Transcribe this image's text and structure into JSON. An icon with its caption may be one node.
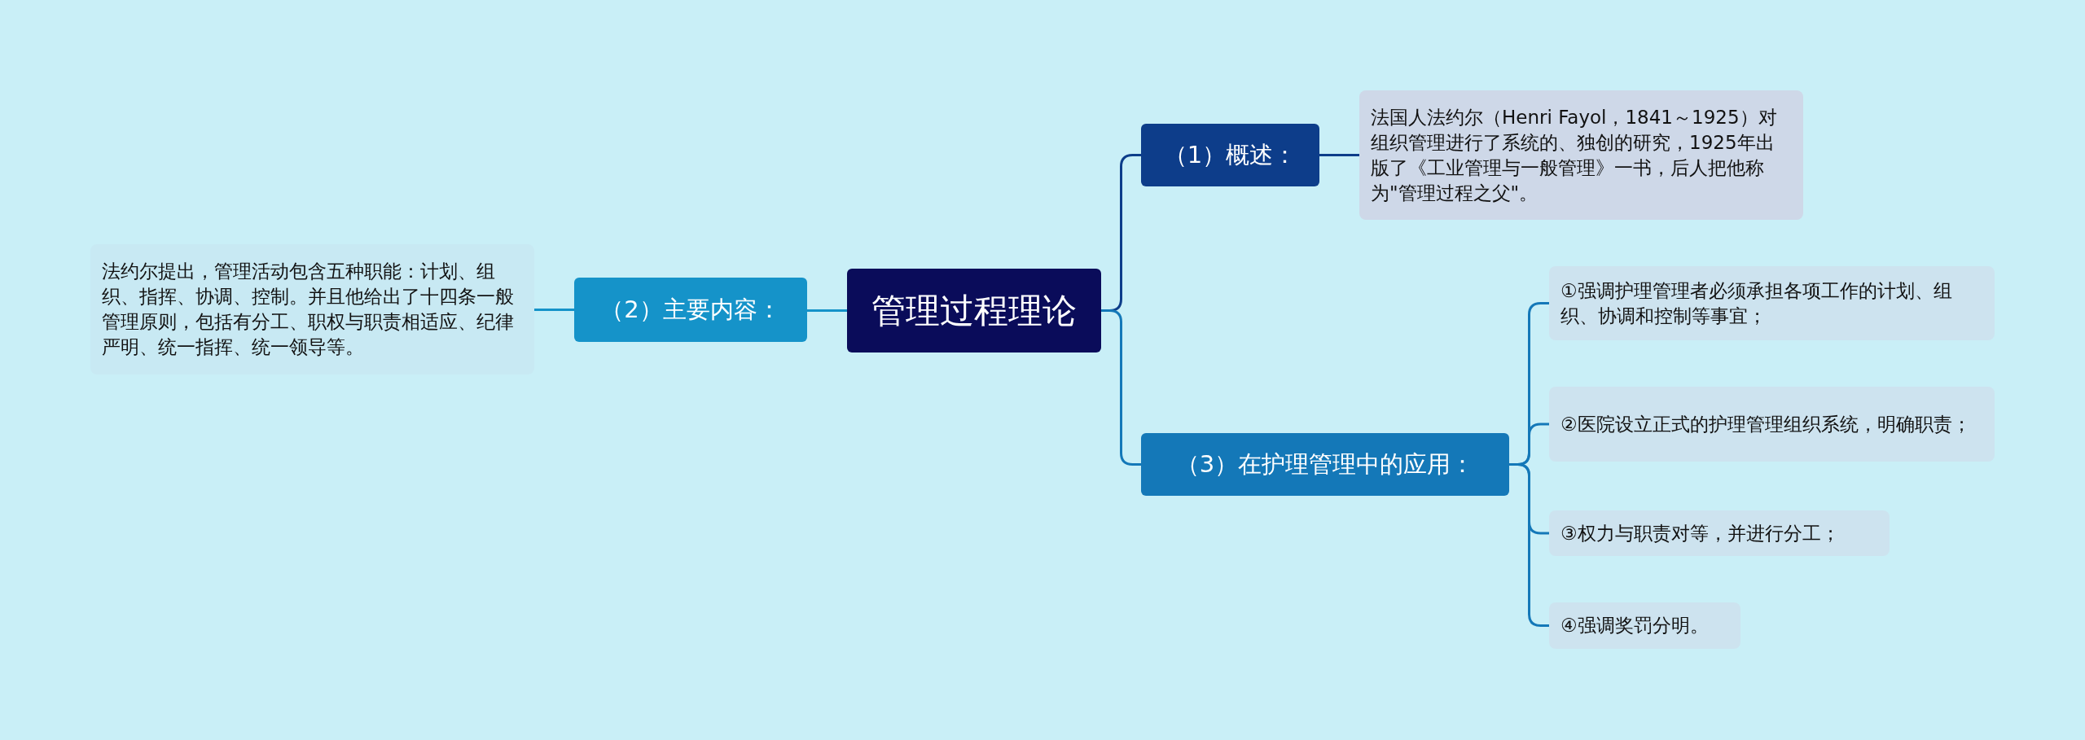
{
  "diagram": {
    "nodes": [
      {
        "text": [
          "管理过程理论"
        ]
      },
      {
        "text": [
          "（1）概述："
        ]
      },
      {
        "text": [
          "法国人法约尔（Henri Fayol，1841～1925）对组织管理进行了系统的、独创的研究，1925年出版了《工业管理与一般管理》一书，后人把他称为\"管理过程之父\"。"
        ]
      },
      {
        "text": [
          "（2）主要内容："
        ]
      },
      {
        "text": [
          "法约尔提出，管理活动包含五种职能：计划、组织、指挥、协调、控制。并且他给出了十四条一般管理原则，包括有分工、职权与职责相适应、纪律严明、统一指挥、统一领导等。"
        ]
      },
      {
        "text": [
          "（3）在护理管理中的应用："
        ]
      },
      {
        "text": [
          "①强调护理管理者必须承担各项工作的计划、组织、协调和控制等事宜；"
        ]
      },
      {
        "text": [
          "②医院设立正式的护理管理组织系统，明确职责；"
        ]
      },
      {
        "text": [
          "③权力与职责对等，并进行分工；"
        ]
      },
      {
        "text": [
          "④强调奖罚分明。"
        ]
      }
    ],
    "edges": [
      {
        "from": 0,
        "to": 1,
        "arrow": "none",
        "color": "#0d3d8a"
      },
      {
        "from": 1,
        "to": 2,
        "arrow": "none",
        "color": "#0d3d8a"
      },
      {
        "from": 0,
        "to": 3,
        "arrow": "none",
        "color": "#1593c9"
      },
      {
        "from": 3,
        "to": 4,
        "arrow": "none",
        "color": "#1593c9"
      },
      {
        "from": 0,
        "to": 5,
        "arrow": "none"
      },
      {
        "from": 5,
        "to": 6,
        "arrow": "none"
      },
      {
        "from": 5,
        "to": 7,
        "arrow": "none"
      },
      {
        "from": 5,
        "to": 8,
        "arrow": "none"
      },
      {
        "from": 5,
        "to": 9,
        "arrow": "none"
      }
    ]
  }
}
